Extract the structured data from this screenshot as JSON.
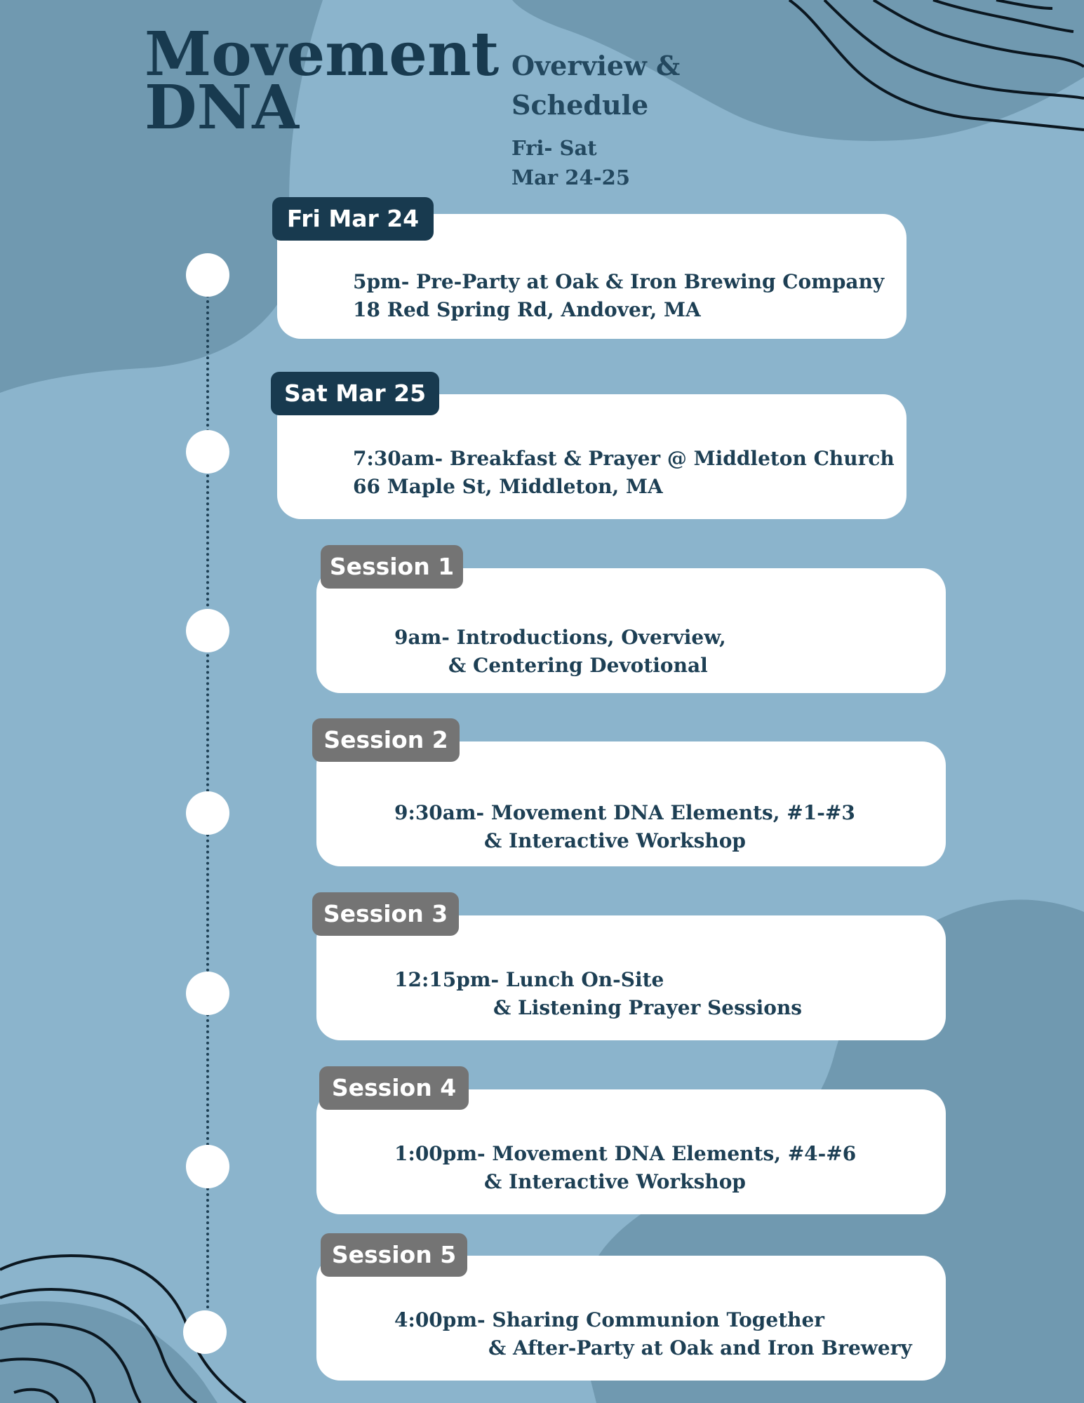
{
  "header": {
    "title_line1": "Movement",
    "title_line2": "DNA",
    "subtitle_line1": "Overview &",
    "subtitle_line2": "Schedule",
    "dates_line1": "Fri- Sat",
    "dates_line2": "Mar 24-25"
  },
  "schedule": [
    {
      "label": "Fri Mar 24",
      "line1": "5pm- Pre-Party at Oak & Iron Brewing Company",
      "line2": "18 Red Spring Rd, Andover, MA"
    },
    {
      "label": "Sat Mar 25",
      "line1": "7:30am- Breakfast & Prayer @ Middleton Church",
      "line2": "66 Maple St, Middleton, MA"
    },
    {
      "label": "Session 1",
      "line1": "9am- Introductions, Overview,",
      "line2": "& Centering Devotional"
    },
    {
      "label": "Session 2",
      "line1": "9:30am- Movement DNA Elements, #1-#3",
      "line2": "& Interactive Workshop"
    },
    {
      "label": "Session 3",
      "line1": "12:15pm- Lunch On-Site",
      "line2": "& Listening Prayer Sessions"
    },
    {
      "label": "Session 4",
      "line1": "1:00pm- Movement DNA Elements, #4-#6",
      "line2": "& Interactive Workshop"
    },
    {
      "label": "Session 5",
      "line1": "4:00pm- Sharing Communion Together",
      "line2": "& After-Party at Oak and Iron Brewery"
    }
  ],
  "colors": {
    "background": "#8bb4cc",
    "blob": "#7099b0",
    "dark_navy": "#183a4f",
    "session_tag": "#747474",
    "card": "#ffffff"
  }
}
